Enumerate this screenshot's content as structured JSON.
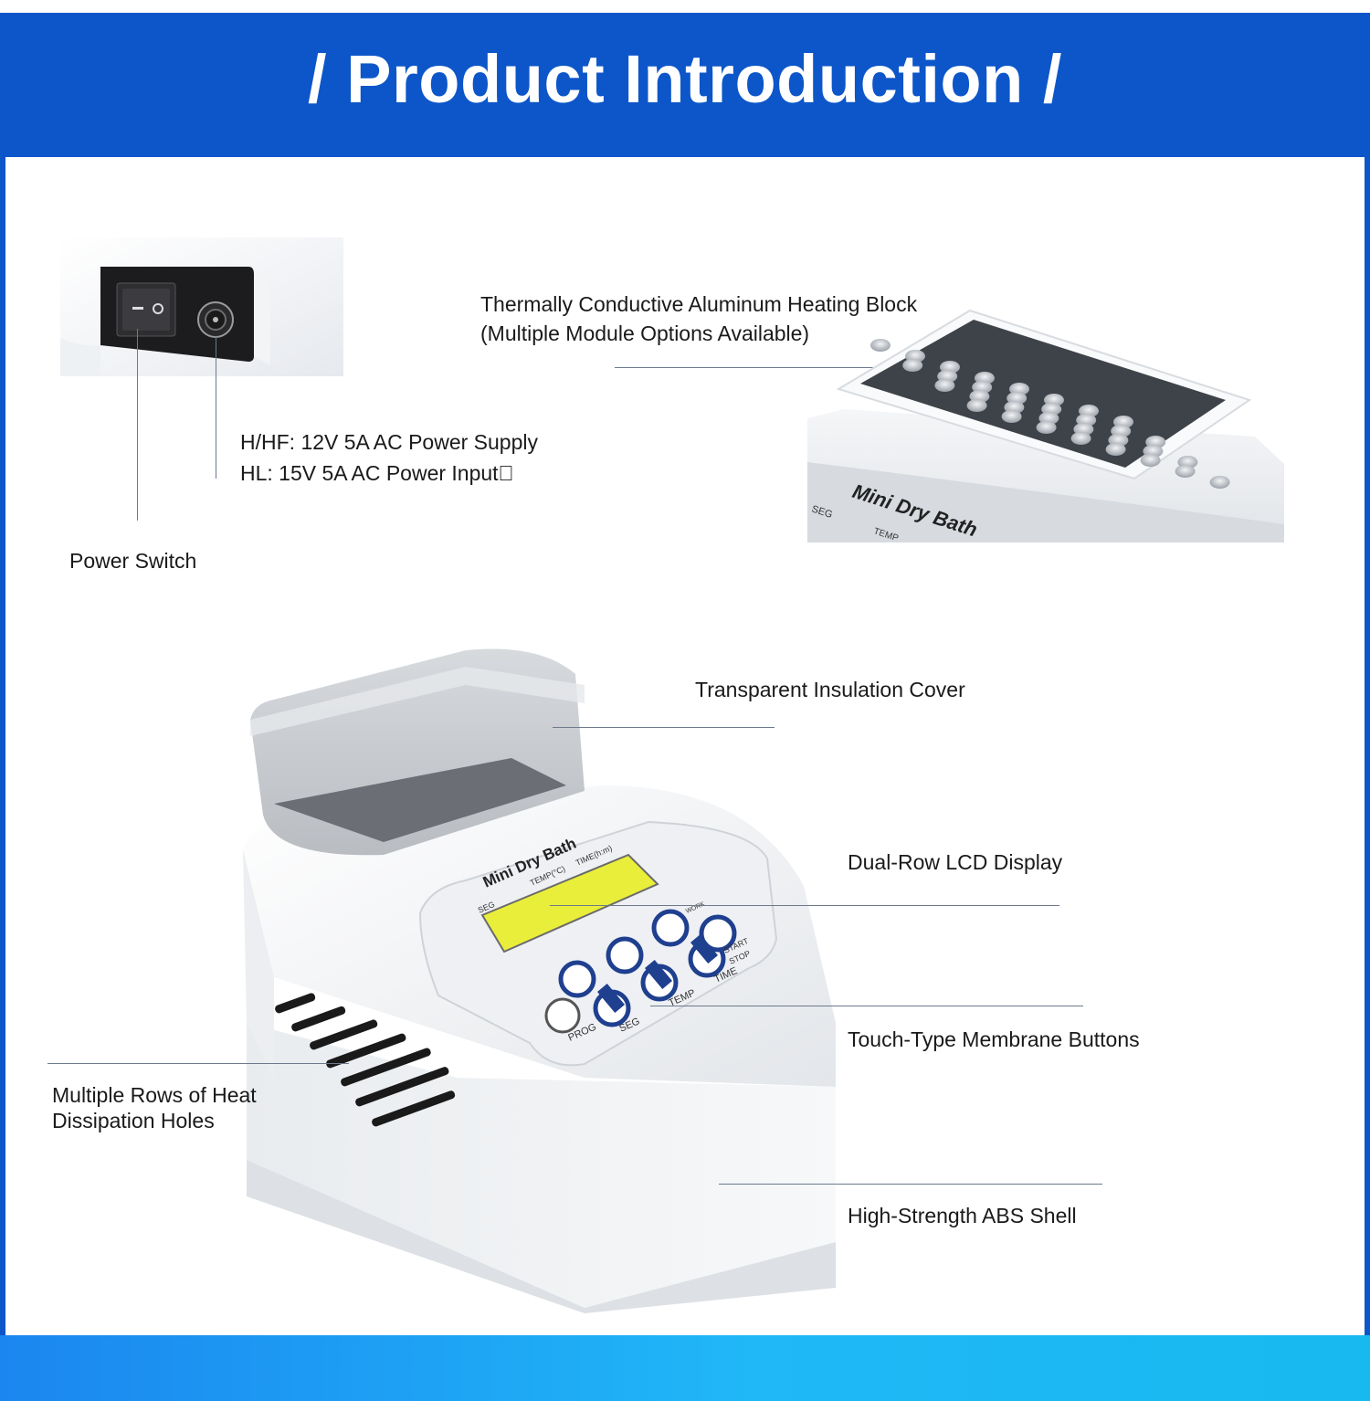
{
  "header": {
    "title": "/ Product Introduction /",
    "color": "#0c56c9"
  },
  "switch_photo": {
    "icon": "power-panel-photo"
  },
  "block_photo": {
    "icon": "heating-block-photo",
    "print_brand": "Mini Dry Bath",
    "print_seg": "SEG",
    "print_temp": "TEMP"
  },
  "device_photo": {
    "icon": "mini-dry-bath-photo",
    "brand": "Mini Dry Bath",
    "lcd_headers": [
      "SEG",
      "TEMP(°C)",
      "TIME(h:m)"
    ],
    "buttons": {
      "prog": "PROG",
      "seg": "SEG",
      "temp": "TEMP",
      "time": "TIME",
      "start": "START",
      "stop": "STOP",
      "work": "WORK"
    },
    "lcd_color": "#e9ee3a"
  },
  "callouts": {
    "heating_block_line1": "Thermally Conductive Aluminum Heating Block",
    "heating_block_line2": "(Multiple Module Options Available)",
    "power_line1": "H/HF: 12V 5A AC Power Supply",
    "power_line2": "HL: 15V 5A AC Power Input\u0000",
    "power_switch": "Power Switch",
    "cover": "Transparent Insulation Cover",
    "lcd": "Dual-Row LCD Display",
    "buttons": "Touch-Type Membrane Buttons",
    "vents_line1": "Multiple Rows of Heat",
    "vents_line2": "Dissipation Holes",
    "shell": "High-Strength ABS Shell"
  },
  "footer_color": "#1b86f0"
}
